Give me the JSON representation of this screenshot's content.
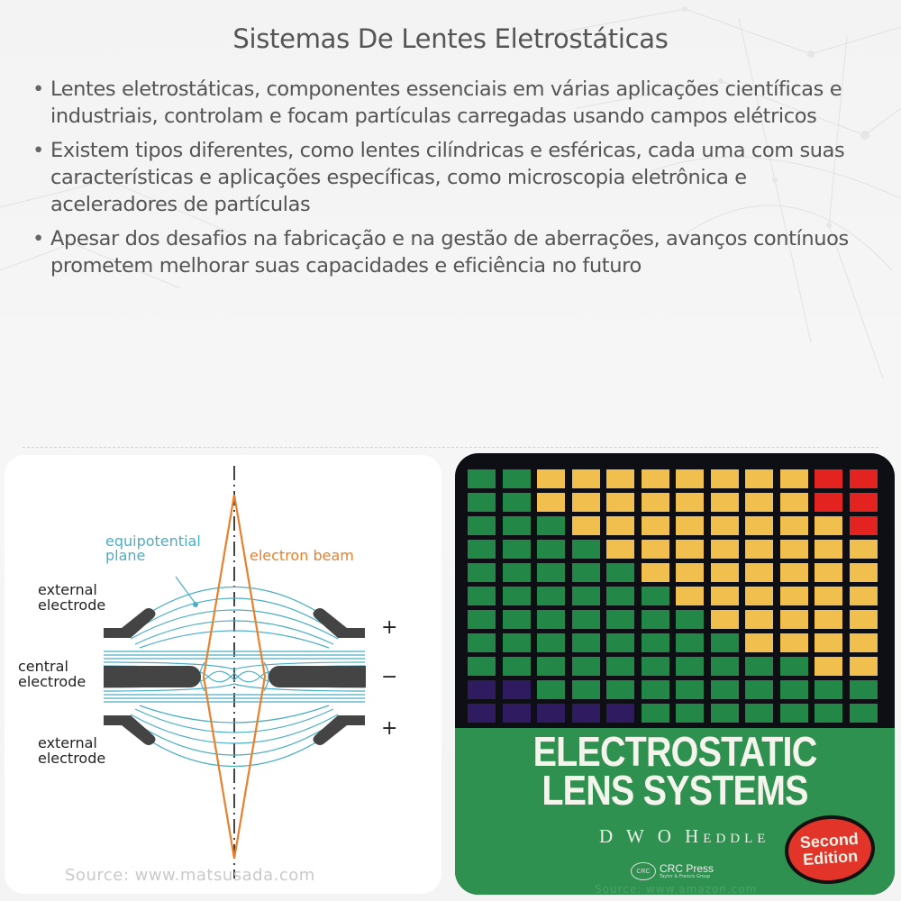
{
  "page": {
    "title": "Sistemas De Lentes Eletrostáticas",
    "bullets": [
      "Lentes eletrostáticas, componentes essenciais em várias aplicações científicas e industriais, controlam e focam partículas carregadas usando campos elétricos",
      "Existem tipos diferentes, como lentes cilíndricas e esféricas, cada uma com suas características e aplicações específicas, como microscopia eletrônica e aceleradores de partículas",
      "Apesar dos desafios na fabricação e na gestão de aberrações, avanços contínuos prometem melhorar suas capacidades e eficiência no futuro"
    ]
  },
  "diagram": {
    "labels": {
      "equipotential": "equipotential",
      "plane": "plane",
      "electron_beam": "electron beam",
      "external_top_1": "external",
      "external_top_2": "electrode",
      "central_1": "central",
      "central_2": "electrode",
      "external_bottom_1": "external",
      "external_bottom_2": "electrode",
      "sign_top": "+",
      "sign_mid": "−",
      "sign_bottom": "+"
    },
    "source": "Source: www.matsusada.com",
    "colors": {
      "equipotential": "#4aaec4",
      "beam": "#e8802c",
      "electrode": "#444444"
    }
  },
  "book_cover": {
    "title_line1": "ELECTROSTATIC",
    "title_line2": "LENS SYSTEMS",
    "author": "D W O Heddle",
    "edition_line1": "Second",
    "edition_line2": "Edition",
    "publisher": "CRC Press",
    "publisher_sub": "Taylor & Francis Group",
    "publisher_logo": "CRC",
    "source": "Source: www.amazon.com",
    "grid_rows": [
      "GGYYYYYYYYRR",
      "GGYYYYYYYYRR",
      "GGGYYYYYYYYR",
      "GGGGYYYYYYYY",
      "GGGGGYYYYYYY",
      "GGGGGGYYYYYY",
      "GGGGGGGYYYYY",
      "GGGGGGGGYYYY",
      "GGGGGGGGGGYY",
      "PPGGGGGGGGGG",
      "PPPPPGGGGGGG"
    ],
    "colors": {
      "G": "#238748",
      "Y": "#f1bf4e",
      "R": "#e3231f",
      "P": "#2f1b5f",
      "cover_green": "#2f9150",
      "background": "#0d0f15"
    }
  }
}
